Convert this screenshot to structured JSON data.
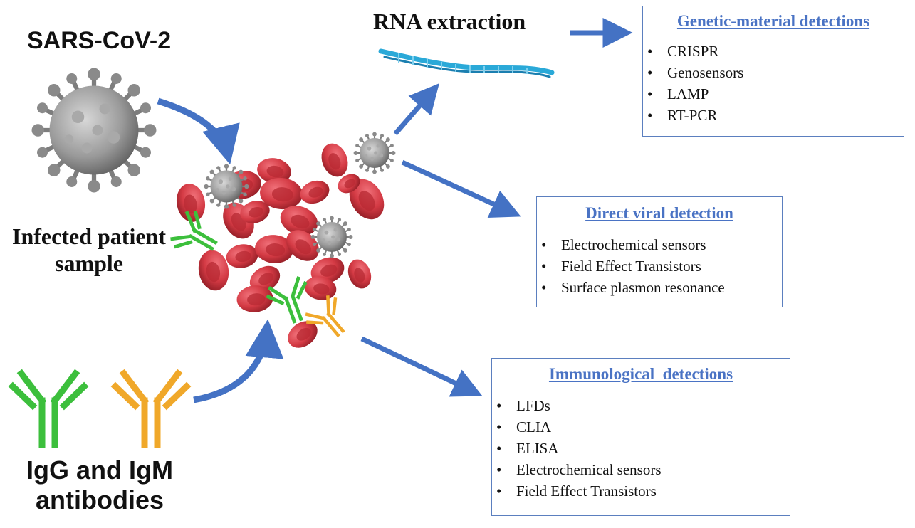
{
  "labels": {
    "virus": "SARS-CoV-2",
    "sample_line1": "Infected patient",
    "sample_line2": "sample",
    "antibodies_line1": "IgG and IgM",
    "antibodies_line2": "antibodies",
    "rna": "RNA extraction"
  },
  "boxes": {
    "genetic": {
      "title": "Genetic-material detections",
      "items": [
        "CRISPR",
        "Genosensors",
        "LAMP",
        "RT-PCR"
      ]
    },
    "direct": {
      "title": "Direct viral detection",
      "items": [
        "Electrochemical sensors",
        "Field Effect Transistors",
        "Surface plasmon resonance"
      ]
    },
    "immuno": {
      "title": "Immunological  detections",
      "items": [
        "LFDs",
        "CLIA",
        "ELISA",
        "Electrochemical sensors",
        "Field Effect Transistors"
      ]
    }
  },
  "colors": {
    "arrow": "#4472c4",
    "box_border": "#5b7fbf",
    "box_title": "#4a73c4",
    "red_cell": "#d43a44",
    "igg": "#3cbf3c",
    "igm": "#f0a82a",
    "virus": "#8c8c8c",
    "rna": "#2aa9d8"
  },
  "icons": [
    "virus-icon",
    "red-blood-cell-icon",
    "igg-antibody-icon",
    "igm-antibody-icon",
    "rna-strand-icon"
  ]
}
